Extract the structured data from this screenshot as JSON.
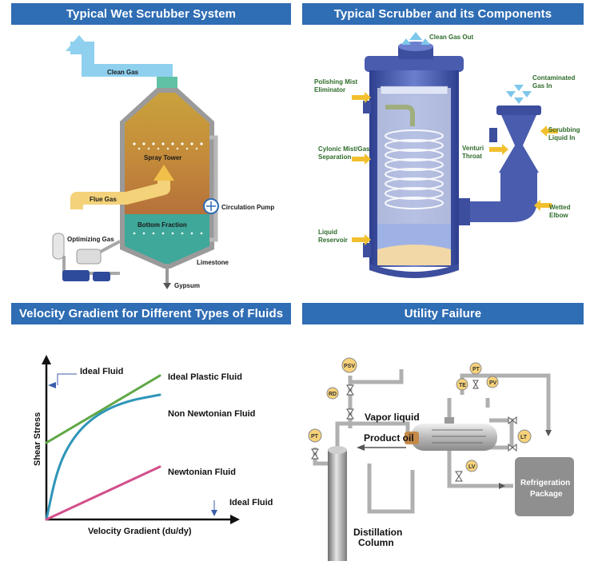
{
  "panels": {
    "wet_scrubber": {
      "title": "Typical Wet Scrubber System",
      "labels": {
        "clean_gas": "Clean Gas",
        "spray_tower": "Spray Tower",
        "flue_gas": "Flue Gas",
        "circulation_pump": "Circulation Pump",
        "bottom_fraction": "Bottom Fraction",
        "optimizing_gas": "Optimizing Gas",
        "limestone": "Limestone",
        "gypsum": "Gypsum"
      }
    },
    "scrubber_components": {
      "title": "Typical Scrubber and its Components",
      "labels": {
        "clean_gas_out": "Clean Gas Out",
        "polishing_1": "Polishing Mist",
        "polishing_2": "Eliminator",
        "contaminated_1": "Contaminated",
        "contaminated_2": "Gas In",
        "scrubbing_1": "Scrubbing",
        "scrubbing_2": "Liquid In",
        "cyclonic_1": "Cylonic Mist/Gas",
        "cyclonic_2": "Separation",
        "venturi_1": "Venturi",
        "venturi_2": "Throat",
        "wetted_1": "Wetted",
        "wetted_2": "Elbow",
        "reservoir_1": "Liquid",
        "reservoir_2": "Reservoir"
      }
    },
    "velocity_gradient": {
      "title": "Velocity Gradient for Different Types of Fluids"
    },
    "utility_failure": {
      "title": "Utility Failure",
      "labels": {
        "psv": "PSV",
        "rd": "RD",
        "pt_top": "PT",
        "te": "TE",
        "pv": "PV",
        "pt_left": "PT",
        "lt": "LT",
        "lv": "LV",
        "vapor_liquid": "Vapor liquid",
        "product_oil": "Product oil",
        "refrigeration_1": "Refrigeration",
        "refrigeration_2": "Package",
        "distillation_1": "Distillation",
        "distillation_2": "Column"
      }
    }
  },
  "chart_data": {
    "type": "line",
    "title": "Velocity Gradient for Different Types of Fluids",
    "xlabel": "Velocity Gradient (du/dy)",
    "ylabel": "Shear Stress",
    "xlim": [
      0,
      1
    ],
    "ylim": [
      0,
      1
    ],
    "series": [
      {
        "name": "Ideal Plastic Fluid",
        "color": "#5fa745",
        "x": [
          0,
          1
        ],
        "y": [
          0.48,
          0.9
        ]
      },
      {
        "name": "Non Newtonian Fluid",
        "color": "#2f95b8",
        "x": [
          0,
          0.1,
          0.25,
          0.45,
          0.7,
          1.0
        ],
        "y": [
          0,
          0.33,
          0.53,
          0.66,
          0.74,
          0.78
        ]
      },
      {
        "name": "Newtonian Fluid",
        "color": "#d34f8c",
        "x": [
          0,
          1
        ],
        "y": [
          0,
          0.33
        ]
      },
      {
        "name": "Ideal Fluid",
        "color": "#3b5ea8",
        "x": [
          0,
          1
        ],
        "y": [
          0,
          0
        ]
      },
      {
        "name": "Ideal Fluid",
        "color": "#3b5ea8",
        "x": [
          0,
          0
        ],
        "y": [
          0,
          1
        ]
      }
    ],
    "grid": false,
    "legend": "inline"
  }
}
